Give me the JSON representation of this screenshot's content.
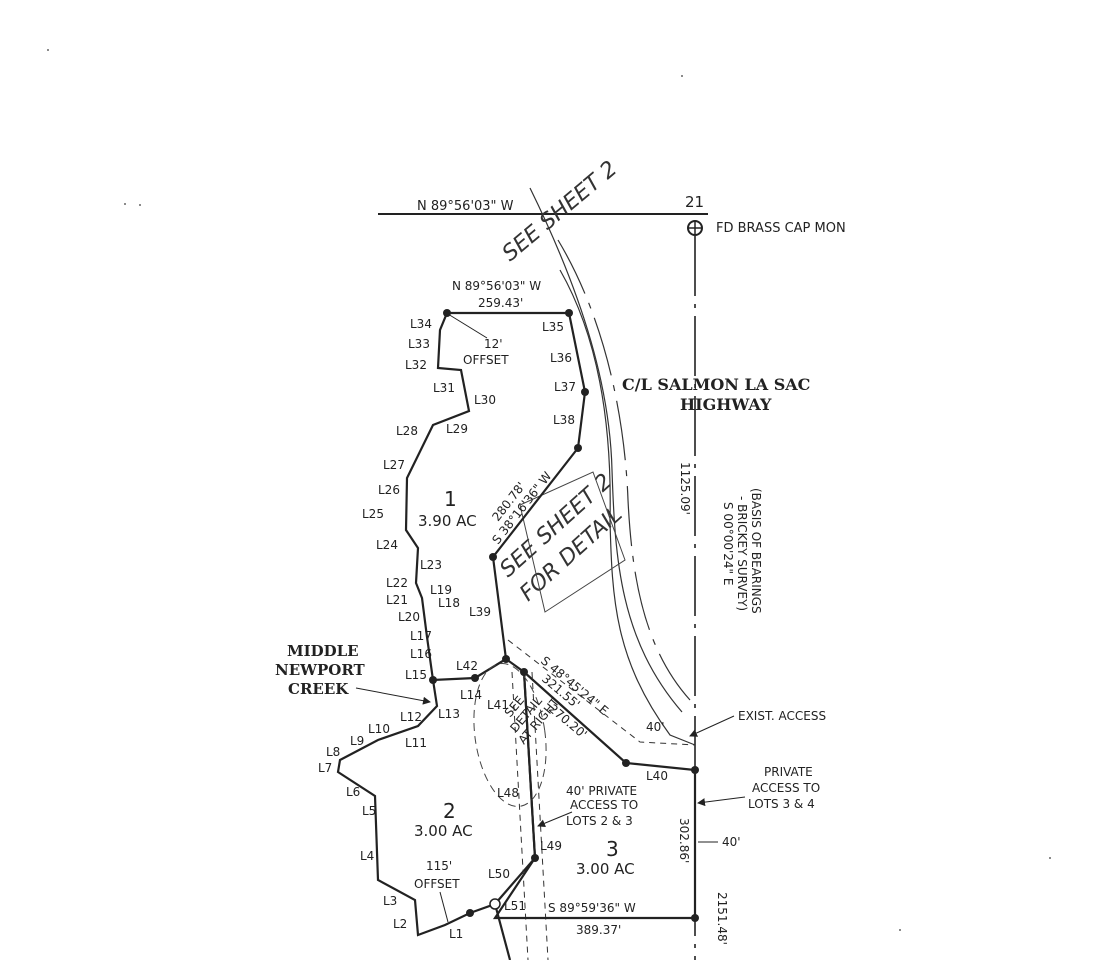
{
  "corner": {
    "section_number": "21",
    "monument": "FD BRASS CAP MON"
  },
  "north_line": {
    "bearing": "N 89°56'03\" W"
  },
  "sheet_refs": {
    "top": "SEE SHEET 2",
    "middle_line1": "SEE SHEET 2",
    "middle_line2": "FOR DETAIL"
  },
  "lot1_top": {
    "bearing": "N 89°56'03\" W",
    "distance": "259.43'"
  },
  "offset_12": {
    "line1": "12'",
    "line2": "OFFSET"
  },
  "highway": {
    "line1": "C/L SALMON LA SAC",
    "line2": "HIGHWAY"
  },
  "east_line": {
    "distance": "1125.09'"
  },
  "basis": {
    "line1": "(BASIS OF BEARINGS",
    "line2": "- BRICKEY SURVEY)",
    "line3": "S 00°00'24\" E"
  },
  "lot1": {
    "number": "1",
    "area": "3.90 AC"
  },
  "lot2": {
    "number": "2",
    "area": "3.00 AC"
  },
  "lot3": {
    "number": "3",
    "area": "3.00 AC"
  },
  "diag1": {
    "distance": "280.78'",
    "bearing": "S 38°16'36\" W"
  },
  "diag2": {
    "bearing": "S 48°45'24\" E",
    "distance1": "321.55'",
    "distance2": "270.20'"
  },
  "creek": {
    "line1": "MIDDLE",
    "line2": "NEWPORT",
    "line3": "CREEK"
  },
  "detail": {
    "line1": "SEE",
    "line2": "DETAIL",
    "line3": "AT RIGHT"
  },
  "access": {
    "exist": "EXIST. ACCESS",
    "width_40": "40'",
    "private_34_line1": "PRIVATE",
    "private_34_line2": "ACCESS TO",
    "private_34_line3": "LOTS 3 & 4",
    "private_23_line1": "40' PRIVATE",
    "private_23_line2": "ACCESS TO",
    "private_23_line3": "LOTS 2 & 3",
    "east_40": "40'"
  },
  "east_dims": {
    "d1": "302.86'",
    "d2": "2151.48'"
  },
  "south_line": {
    "bearing": "S 89°59'36\" W",
    "distance": "389.37'"
  },
  "offset_115": {
    "line1": "115'",
    "line2": "OFFSET"
  },
  "lines": {
    "L1": "L1",
    "L2": "L2",
    "L3": "L3",
    "L4": "L4",
    "L5": "L5",
    "L6": "L6",
    "L7": "L7",
    "L8": "L8",
    "L9": "L9",
    "L10": "L10",
    "L11": "L11",
    "L12": "L12",
    "L13": "L13",
    "L14": "L14",
    "L15": "L15",
    "L16": "L16",
    "L17": "L17",
    "L18": "L18",
    "L19": "L19",
    "L20": "L20",
    "L21": "L21",
    "L22": "L22",
    "L23": "L23",
    "L24": "L24",
    "L25": "L25",
    "L26": "L26",
    "L27": "L27",
    "L28": "L28",
    "L29": "L29",
    "L30": "L30",
    "L31": "L31",
    "L32": "L32",
    "L33": "L33",
    "L34": "L34",
    "L35": "L35",
    "L36": "L36",
    "L37": "L37",
    "L38": "L38",
    "L39": "L39",
    "L40": "L40",
    "L41": "L41",
    "L42": "L42",
    "L48": "L48",
    "L49": "L49",
    "L50": "L50",
    "L51": "L51"
  },
  "colors": {
    "ink": "#222222",
    "paper": "#ffffff"
  }
}
